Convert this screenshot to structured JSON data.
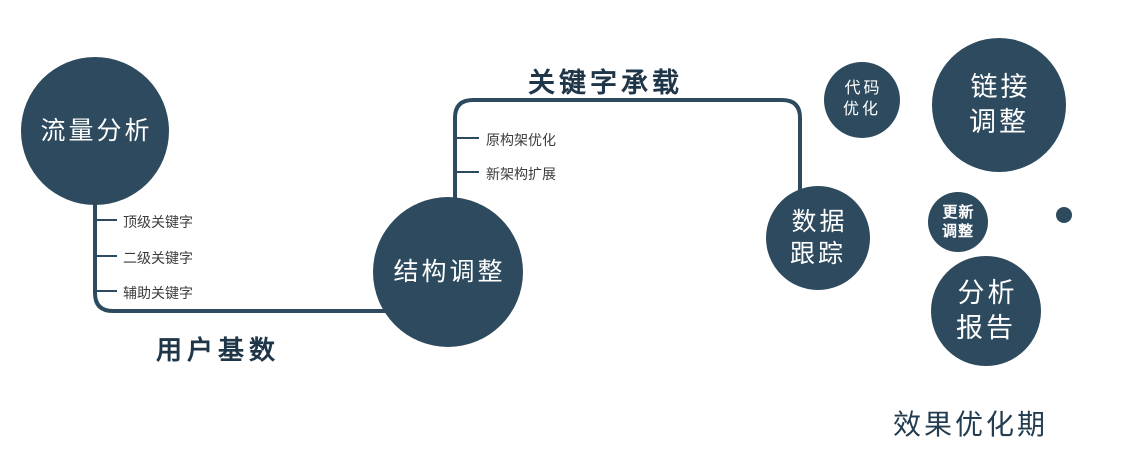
{
  "diagram": {
    "colors": {
      "node_fill": "#2d4a5e",
      "line": "#2d4a5e",
      "heading_text": "#1f3548",
      "branch_text": "#3c3c3c",
      "node_text": "#ffffff"
    },
    "nodes": [
      {
        "id": "traffic-analysis",
        "label": "流量分析"
      },
      {
        "id": "structure-adjustment",
        "label": "结构调整"
      },
      {
        "id": "data-tracking",
        "label": "数据\n跟踪"
      },
      {
        "id": "code-optimization",
        "label": "代码\n优化"
      },
      {
        "id": "link-adjustment",
        "label": "链接\n调整"
      },
      {
        "id": "update-adjustment",
        "label": "更新\n调整"
      },
      {
        "id": "analysis-report",
        "label": "分析\n报告"
      }
    ],
    "edge_labels": [
      {
        "id": "user-base",
        "label": "用户基数"
      },
      {
        "id": "keyword-bearing",
        "label": "关键字承载"
      }
    ],
    "branch_labels": [
      {
        "id": "top-keywords",
        "label": "顶级关键字"
      },
      {
        "id": "secondary-keywords",
        "label": "二级关键字"
      },
      {
        "id": "auxiliary-keywords",
        "label": "辅助关键字"
      },
      {
        "id": "original-architecture-optimization",
        "label": "原构架优化"
      },
      {
        "id": "new-architecture-expansion",
        "label": "新架构扩展"
      }
    ],
    "caption": "效果优化期"
  }
}
